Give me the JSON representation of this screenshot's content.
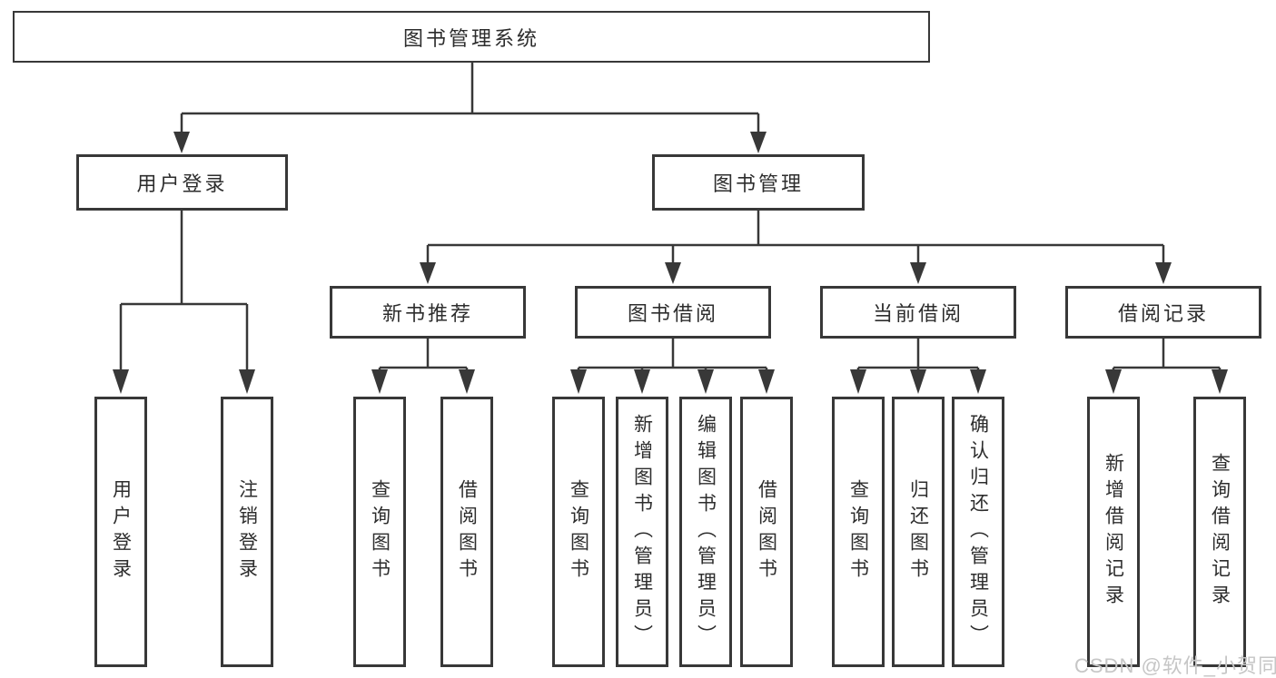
{
  "colors": {
    "line": "#383838",
    "box_border": "#383838",
    "text": "#2d2d2d",
    "watermark": "#c6c6c6",
    "background": "#ffffff"
  },
  "watermark": {
    "text": "CSDN @软件_小贺同学"
  },
  "tree": {
    "label": "图书管理系统",
    "children": [
      {
        "label": "用户登录",
        "children": [
          {
            "label": "用户登录"
          },
          {
            "label": "注销登录"
          }
        ]
      },
      {
        "label": "图书管理",
        "children": [
          {
            "label": "新书推荐",
            "children": [
              {
                "label": "查询图书"
              },
              {
                "label": "借阅图书"
              }
            ]
          },
          {
            "label": "图书借阅",
            "children": [
              {
                "label": "查询图书"
              },
              {
                "label": "新增图书（管理员）"
              },
              {
                "label": "编辑图书（管理员）"
              },
              {
                "label": "借阅图书"
              }
            ]
          },
          {
            "label": "当前借阅",
            "children": [
              {
                "label": "查询图书"
              },
              {
                "label": "归还图书"
              },
              {
                "label": "确认归还（管理员）"
              }
            ]
          },
          {
            "label": "借阅记录",
            "children": [
              {
                "label": "新增借阅记录"
              },
              {
                "label": "查询借阅记录"
              }
            ]
          }
        ]
      }
    ]
  }
}
